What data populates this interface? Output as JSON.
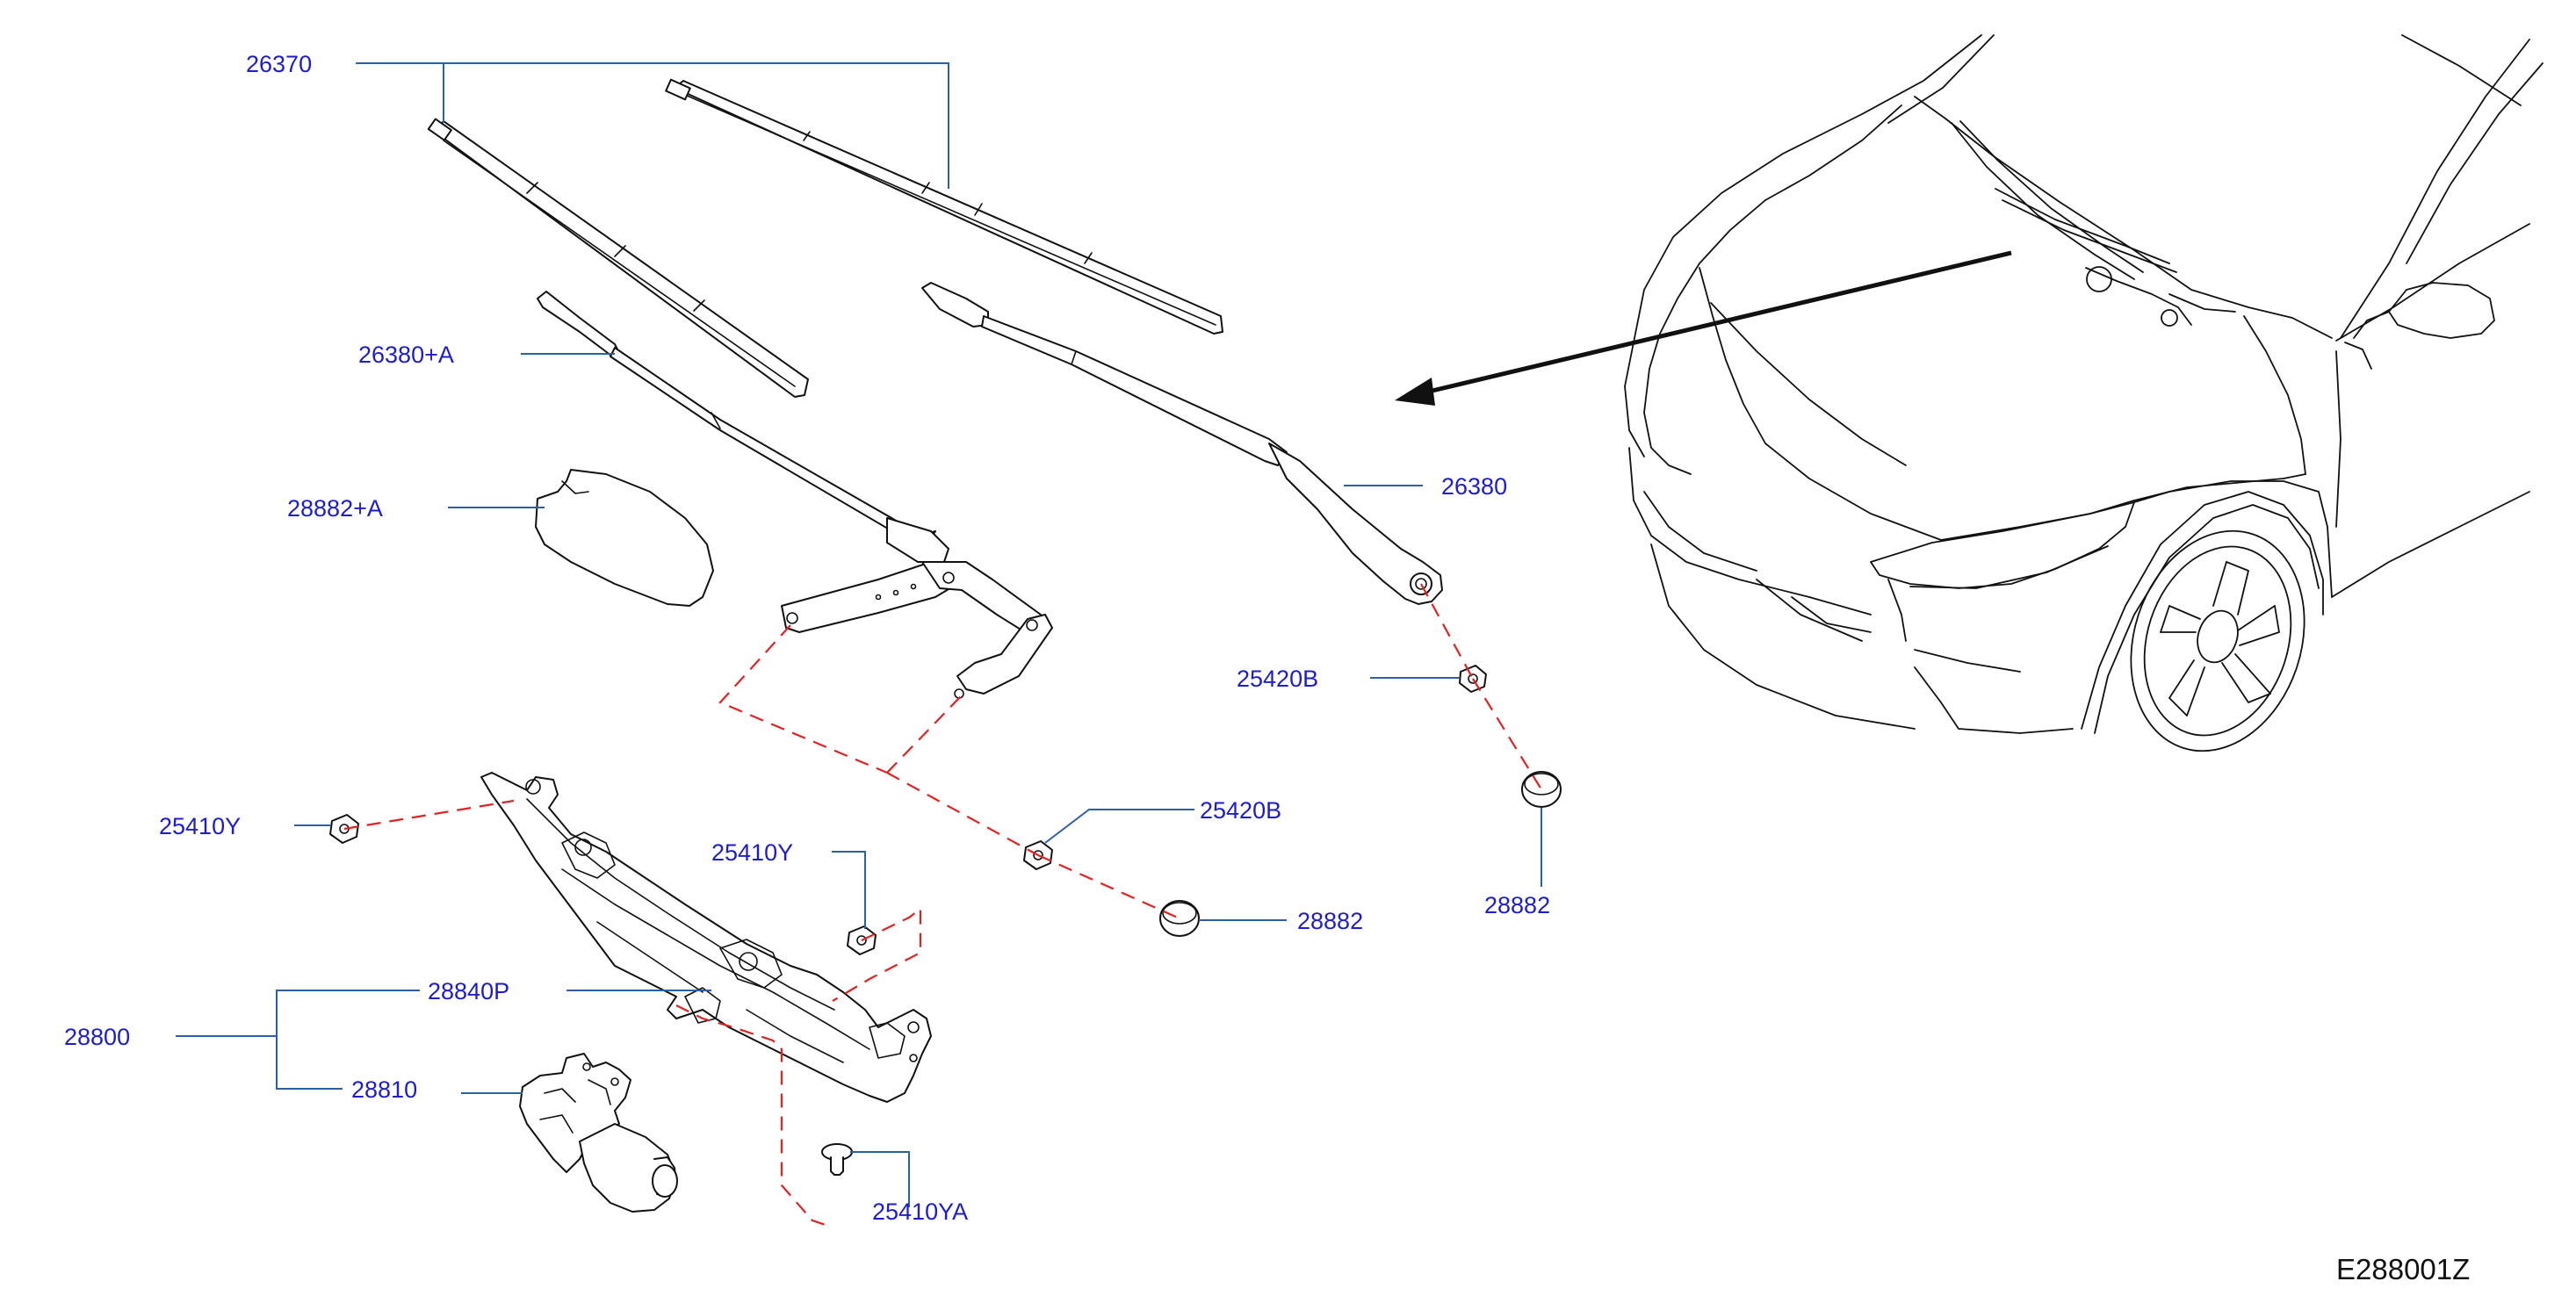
{
  "callouts": {
    "c26370": "26370",
    "c26380a": "26380+A",
    "c28882a": "28882+A",
    "c26380": "26380",
    "c25420b_top": "25420B",
    "c25410y_left": "25410Y",
    "c25420b_mid": "25420B",
    "c25410y_mid": "25410Y",
    "c28882_mid": "28882",
    "c28882_right": "28882",
    "c28840p": "28840P",
    "c28800": "28800",
    "c28810": "28810",
    "c25410ya": "25410YA"
  },
  "diagram_code": "E288001Z",
  "colors": {
    "callout_text": "#1d1dcc",
    "leader_line": "#2b5fa8",
    "dashed_line": "#e02222",
    "drawing": "#111111"
  }
}
